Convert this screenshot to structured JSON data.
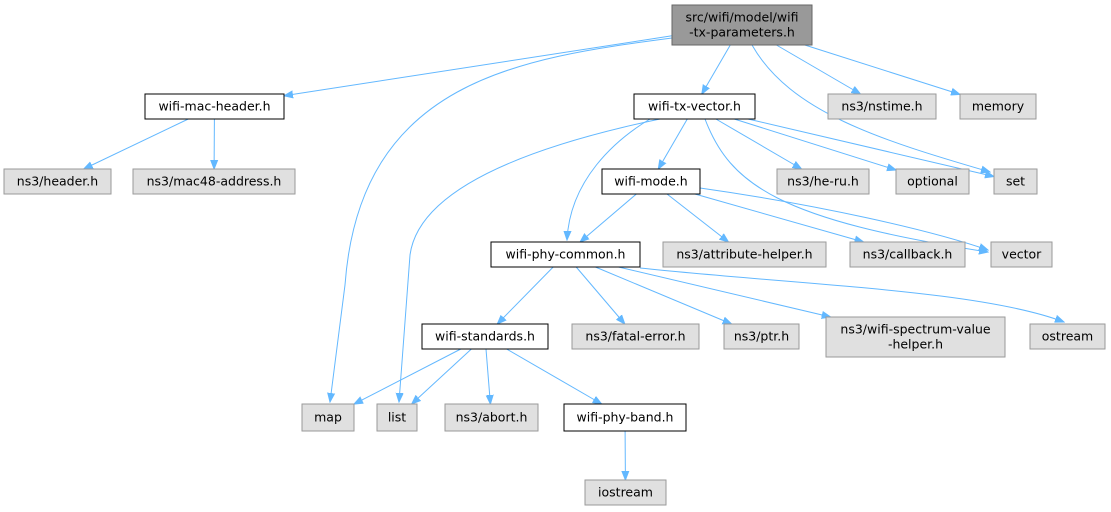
{
  "colors": {
    "edge": "#63b8ff",
    "root_fill": "#999999",
    "internal_fill": "#ffffff",
    "external_fill": "#e0e0e0",
    "internal_stroke": "#000000",
    "external_stroke": "#999999"
  },
  "nodes": [
    {
      "id": "root",
      "kind": "root",
      "lines": [
        "src/wifi/model/wifi",
        "-tx-parameters.h"
      ]
    },
    {
      "id": "wifi_mac_header",
      "kind": "internal",
      "lines": [
        "wifi-mac-header.h"
      ]
    },
    {
      "id": "wifi_tx_vector",
      "kind": "internal",
      "lines": [
        "wifi-tx-vector.h"
      ]
    },
    {
      "id": "nstime",
      "kind": "external",
      "lines": [
        "ns3/nstime.h"
      ]
    },
    {
      "id": "memory",
      "kind": "external",
      "lines": [
        "memory"
      ]
    },
    {
      "id": "header",
      "kind": "external",
      "lines": [
        "ns3/header.h"
      ]
    },
    {
      "id": "mac48",
      "kind": "external",
      "lines": [
        "ns3/mac48-address.h"
      ]
    },
    {
      "id": "wifi_mode",
      "kind": "internal",
      "lines": [
        "wifi-mode.h"
      ]
    },
    {
      "id": "he_ru",
      "kind": "external",
      "lines": [
        "ns3/he-ru.h"
      ]
    },
    {
      "id": "optional",
      "kind": "external",
      "lines": [
        "optional"
      ]
    },
    {
      "id": "set",
      "kind": "external",
      "lines": [
        "set"
      ]
    },
    {
      "id": "wifi_phy_common",
      "kind": "internal",
      "lines": [
        "wifi-phy-common.h"
      ]
    },
    {
      "id": "attribute_helper",
      "kind": "external",
      "lines": [
        "ns3/attribute-helper.h"
      ]
    },
    {
      "id": "callback",
      "kind": "external",
      "lines": [
        "ns3/callback.h"
      ]
    },
    {
      "id": "vector",
      "kind": "external",
      "lines": [
        "vector"
      ]
    },
    {
      "id": "wifi_standards",
      "kind": "internal",
      "lines": [
        "wifi-standards.h"
      ]
    },
    {
      "id": "fatal_error",
      "kind": "external",
      "lines": [
        "ns3/fatal-error.h"
      ]
    },
    {
      "id": "ptr",
      "kind": "external",
      "lines": [
        "ns3/ptr.h"
      ]
    },
    {
      "id": "spectrum_value_helper",
      "kind": "external",
      "lines": [
        "ns3/wifi-spectrum-value",
        "-helper.h"
      ]
    },
    {
      "id": "ostream",
      "kind": "external",
      "lines": [
        "ostream"
      ]
    },
    {
      "id": "map",
      "kind": "external",
      "lines": [
        "map"
      ]
    },
    {
      "id": "list",
      "kind": "external",
      "lines": [
        "list"
      ]
    },
    {
      "id": "abort",
      "kind": "external",
      "lines": [
        "ns3/abort.h"
      ]
    },
    {
      "id": "wifi_phy_band",
      "kind": "internal",
      "lines": [
        "wifi-phy-band.h"
      ]
    },
    {
      "id": "iostream",
      "kind": "external",
      "lines": [
        "iostream"
      ]
    }
  ],
  "edges": [
    {
      "from": "root",
      "to": "wifi_mac_header"
    },
    {
      "from": "root",
      "to": "map"
    },
    {
      "from": "root",
      "to": "wifi_tx_vector"
    },
    {
      "from": "root",
      "to": "nstime"
    },
    {
      "from": "root",
      "to": "memory"
    },
    {
      "from": "root",
      "to": "set"
    },
    {
      "from": "wifi_mac_header",
      "to": "header"
    },
    {
      "from": "wifi_mac_header",
      "to": "mac48"
    },
    {
      "from": "wifi_tx_vector",
      "to": "list"
    },
    {
      "from": "wifi_tx_vector",
      "to": "wifi_phy_common"
    },
    {
      "from": "wifi_tx_vector",
      "to": "wifi_mode"
    },
    {
      "from": "wifi_tx_vector",
      "to": "he_ru"
    },
    {
      "from": "wifi_tx_vector",
      "to": "optional"
    },
    {
      "from": "wifi_tx_vector",
      "to": "set"
    },
    {
      "from": "wifi_tx_vector",
      "to": "vector"
    },
    {
      "from": "wifi_mode",
      "to": "wifi_phy_common"
    },
    {
      "from": "wifi_mode",
      "to": "attribute_helper"
    },
    {
      "from": "wifi_mode",
      "to": "callback"
    },
    {
      "from": "wifi_mode",
      "to": "vector"
    },
    {
      "from": "wifi_phy_common",
      "to": "wifi_standards"
    },
    {
      "from": "wifi_phy_common",
      "to": "fatal_error"
    },
    {
      "from": "wifi_phy_common",
      "to": "ptr"
    },
    {
      "from": "wifi_phy_common",
      "to": "spectrum_value_helper"
    },
    {
      "from": "wifi_phy_common",
      "to": "ostream"
    },
    {
      "from": "wifi_standards",
      "to": "map"
    },
    {
      "from": "wifi_standards",
      "to": "list"
    },
    {
      "from": "wifi_standards",
      "to": "abort"
    },
    {
      "from": "wifi_standards",
      "to": "wifi_phy_band"
    },
    {
      "from": "wifi_phy_band",
      "to": "iostream"
    }
  ]
}
